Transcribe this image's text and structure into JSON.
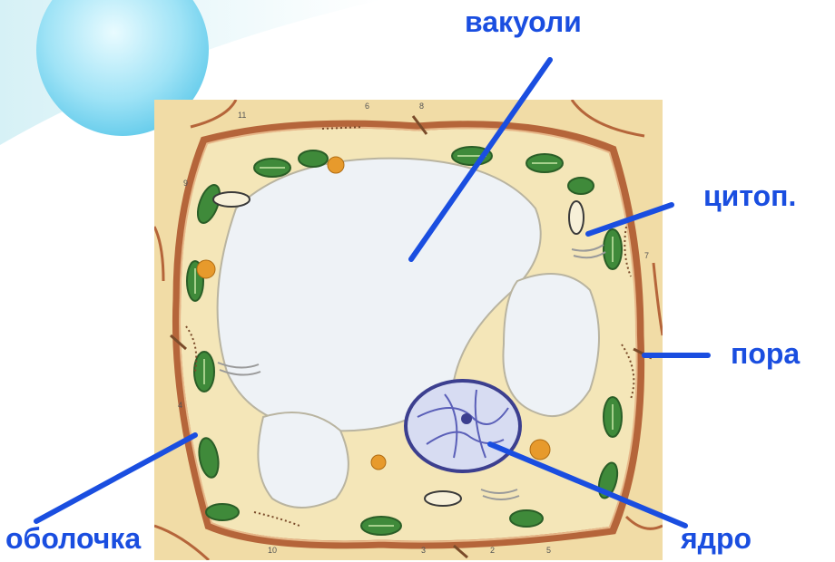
{
  "labels": {
    "vacuole": "вакуоли",
    "cytoplasm": "цитоп.",
    "pore": "пора",
    "cell_wall": "оболочка",
    "nucleus": "ядро"
  },
  "colors": {
    "label_text": "#1a4ee0",
    "pointer_line": "#1a4ee0",
    "cell_wall": "#b5653a",
    "cytoplasm": "#f4e6b8",
    "vacuole": "#eef2f6",
    "chloroplast": "#3f8a3a",
    "nucleus": "#5a5fb8"
  },
  "figure_markers": [
    "11",
    "6",
    "8",
    "9",
    "7",
    "4",
    "10",
    "3",
    "2",
    "5"
  ]
}
